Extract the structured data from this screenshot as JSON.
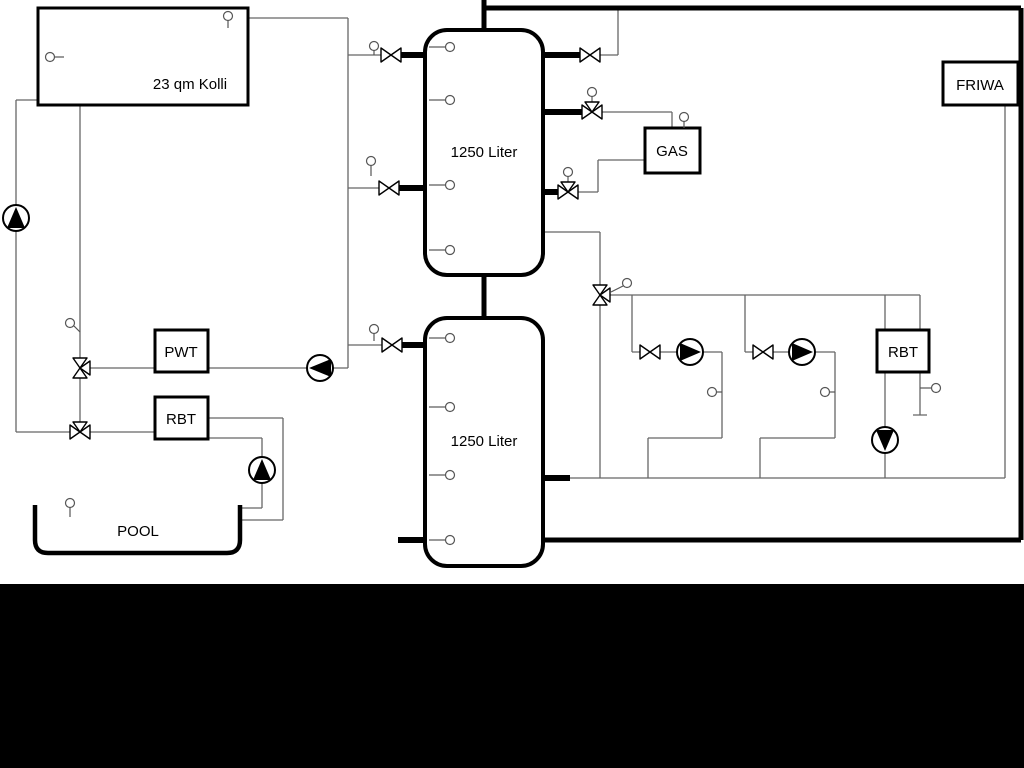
{
  "diagram": {
    "components": {
      "collector": {
        "label": "23 qm Kolli"
      },
      "upper_tank": {
        "label": "1250 Liter"
      },
      "lower_tank": {
        "label": "1250 Liter"
      },
      "gas_boiler": {
        "label": "GAS"
      },
      "friwa_station": {
        "label": "FRIWA"
      },
      "pwt_exchanger": {
        "label": "PWT"
      },
      "rbt_left": {
        "label": "RBT"
      },
      "rbt_right": {
        "label": "RBT"
      },
      "pool": {
        "label": "POOL"
      }
    },
    "colors": {
      "line_thin": "#666666",
      "line_thick": "#000000",
      "canvas_bg": "#ffffff",
      "page_bg": "#000000"
    }
  }
}
